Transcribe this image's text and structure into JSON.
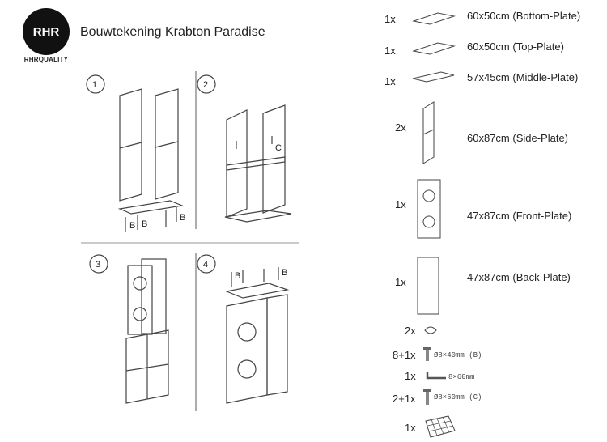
{
  "brand": {
    "logo_text": "RHR",
    "logo_subtext": "RHRQUALITY"
  },
  "title": "Bouwtekening Krabton Paradise",
  "steps": {
    "numbers": [
      "1",
      "2",
      "3",
      "4"
    ],
    "screw_label": "B",
    "bracket_label": "C"
  },
  "parts": [
    {
      "qty": "1x",
      "name": "60x50cm (Bottom-Plate)",
      "icon": "flat-plate-icon"
    },
    {
      "qty": "1x",
      "name": "60x50cm (Top-Plate)",
      "icon": "flat-plate-icon"
    },
    {
      "qty": "1x",
      "name": "57x45cm (Middle-Plate)",
      "icon": "flat-plate-icon"
    },
    {
      "qty": "2x",
      "name": "60x87cm (Side-Plate)",
      "icon": "side-plate-icon"
    },
    {
      "qty": "1x",
      "name": "47x87cm (Front-Plate)",
      "icon": "front-plate-icon"
    },
    {
      "qty": "1x",
      "name": "47x87cm (Back-Plate)",
      "icon": "back-plate-icon"
    }
  ],
  "hardware": [
    {
      "qty": "2x",
      "label": "",
      "icon": "clip-icon"
    },
    {
      "qty": "8+1x",
      "label": "Ø8×40mm (B)",
      "icon": "screw-icon"
    },
    {
      "qty": "1x",
      "label": "8×60mm",
      "icon": "hex-key-icon"
    },
    {
      "qty": "2+1x",
      "label": "Ø8×60mm (C)",
      "icon": "long-screw-icon"
    },
    {
      "qty": "1x",
      "label": "",
      "icon": "net-pad-icon"
    }
  ]
}
